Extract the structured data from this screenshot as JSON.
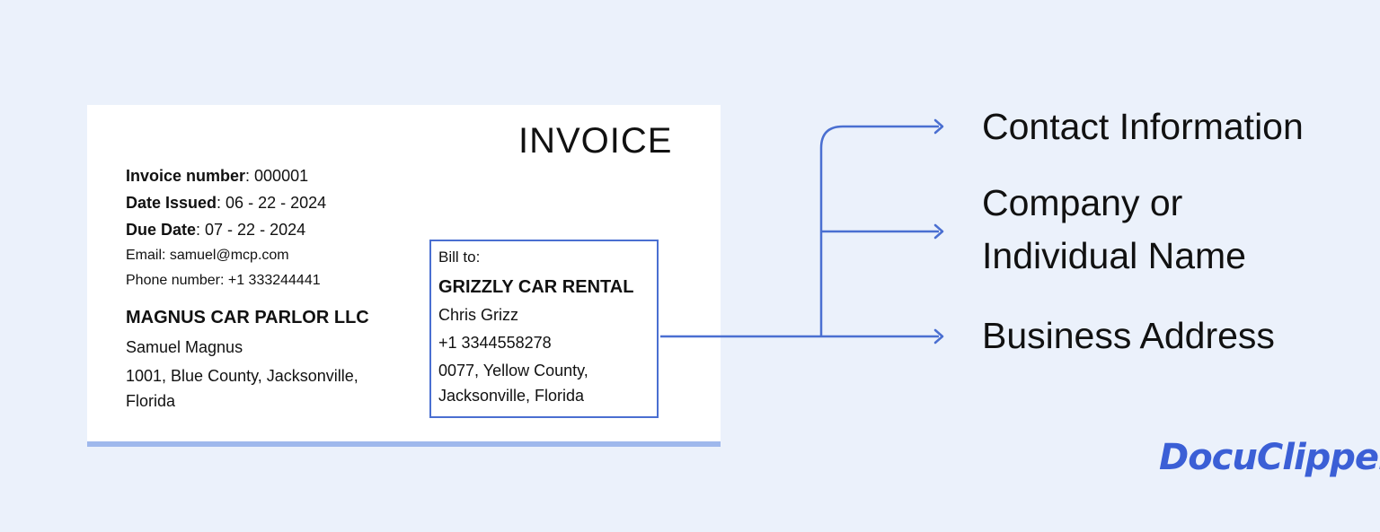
{
  "invoice": {
    "title": "INVOICE",
    "invoice_number_label": "Invoice number",
    "invoice_number": ": 000001",
    "date_issued_label": "Date Issued",
    "date_issued": ": 06 - 22 - 2024",
    "due_date_label": "Due Date",
    "due_date": ": 07 - 22 - 2024",
    "email": "Email: samuel@mcp.com",
    "phone": "Phone number: +1 333244441",
    "seller_company": "MAGNUS CAR PARLOR LLC",
    "seller_name": "Samuel Magnus",
    "seller_address_1": "1001, Blue County, Jacksonville,",
    "seller_address_2": "Florida",
    "bill_to": {
      "label": "Bill to:",
      "company": "GRIZZLY CAR RENTAL",
      "contact": "Chris Grizz",
      "phone": "+1 3344558278",
      "address_1": "0077, Yellow County,",
      "address_2": "Jacksonville, Florida"
    }
  },
  "callouts": {
    "contact": "Contact Information",
    "name_1": "Company or",
    "name_2": "Individual Name",
    "address": "Business Address"
  },
  "logo": {
    "text": "DocuClipper"
  },
  "colors": {
    "accent": "#4a6fd1",
    "background": "#ebf1fb"
  }
}
